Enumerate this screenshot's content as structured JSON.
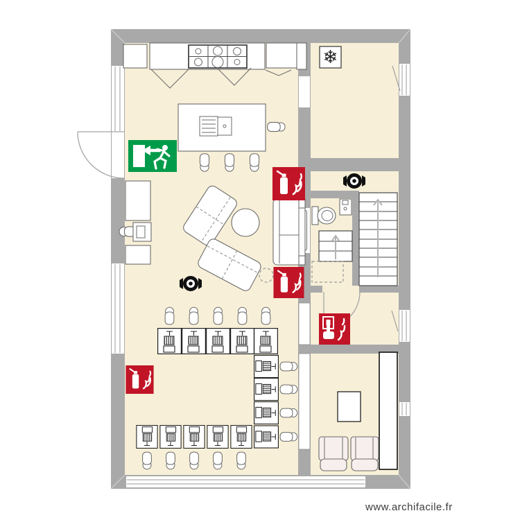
{
  "watermark": {
    "text": "www.archifacile.fr"
  },
  "colors": {
    "wall": "#a9a9a9",
    "wall_miter": "#c9c9c9",
    "floor": "#f7efd7",
    "line": "#6b6b6b",
    "sign_green": "#009b4a",
    "sign_red": "#c11527",
    "armchair": "#f6efee",
    "watermark": "#3c3c3c"
  },
  "glyphs": {
    "snowflake": "❄"
  },
  "plan": {
    "safety_items": [
      {
        "name": "emergency-exit-sign",
        "color": "#009b4a",
        "location": "main-room-west"
      },
      {
        "name": "fire-extinguisher-sign",
        "color": "#c11527",
        "location": "main-room-east-upper"
      },
      {
        "name": "fire-extinguisher-sign",
        "color": "#c11527",
        "location": "main-room-east-lower"
      },
      {
        "name": "fire-extinguisher-sign",
        "color": "#c11527",
        "location": "main-room-west-lower"
      },
      {
        "name": "fire-alarm-call-point-sign",
        "color": "#c11527",
        "location": "landing-room"
      },
      {
        "name": "smoke-detector",
        "location": "main-room"
      },
      {
        "name": "smoke-detector",
        "location": "corridor"
      }
    ],
    "appliances_and_fixtures": [
      {
        "name": "gas-hob",
        "burners": 6
      },
      {
        "name": "kitchen-counters",
        "count": 4
      },
      {
        "name": "kitchen-island-with-sink"
      },
      {
        "name": "cold-room-snowflake-symbol"
      },
      {
        "name": "toilet"
      },
      {
        "name": "hand-basin"
      }
    ],
    "furniture": [
      {
        "name": "bar-stool",
        "count": 3
      },
      {
        "name": "island-side-chair",
        "count": 1
      },
      {
        "name": "angled-sofa",
        "count": 2
      },
      {
        "name": "wall-sofa",
        "count": 1
      },
      {
        "name": "round-table",
        "count": 1
      },
      {
        "name": "dashed-side-table",
        "count": 1
      },
      {
        "name": "storage-cabinet",
        "count": 2
      },
      {
        "name": "workstation-with-office-chair",
        "count": 1
      },
      {
        "name": "machine-desk",
        "count": 14
      },
      {
        "name": "desk-chair",
        "count": 14
      },
      {
        "name": "tall-wardrobe",
        "count": 1
      },
      {
        "name": "side-table-rect",
        "count": 1
      },
      {
        "name": "armchair-with-ottoman",
        "count": 2
      }
    ],
    "circulation": [
      {
        "name": "main-staircase",
        "steps": 10
      },
      {
        "name": "small-staircase",
        "steps": 3
      },
      {
        "name": "entrance-door-swing-out"
      },
      {
        "name": "cold-room-door-opening"
      },
      {
        "name": "wc-sliding-door"
      },
      {
        "name": "landing-door-swing-in"
      },
      {
        "name": "window",
        "count": 6
      },
      {
        "name": "glazed-partition",
        "count": 2
      }
    ]
  }
}
